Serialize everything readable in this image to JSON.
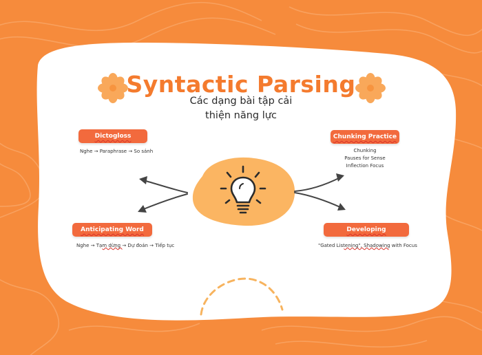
{
  "title": "Syntactic Parsing",
  "subtitle": {
    "line1": "Các dạng bài tập cải",
    "line2": "thiện năng lực"
  },
  "colors": {
    "background": "#f68b3c",
    "card": "#ffffff",
    "accent": "#f47b2e",
    "pill": "#f26a3d",
    "bulb_circle": "#fbb562",
    "flower": "#f9a85a"
  },
  "icons": {
    "center": "lightbulb-icon",
    "decor": "flower-icon"
  },
  "nodes": [
    {
      "label": "Dictogloss",
      "lines": [
        "Nghe → Paraphrase → So sánh"
      ]
    },
    {
      "label": "Chunking Practice",
      "lines": [
        "Chunking",
        "Pauses for Sense",
        "Inflection Focus"
      ]
    },
    {
      "label": "Anticipating Word Order",
      "lines": [
        "Nghe → Tạm dừng → Dự đoán → Tiếp tục"
      ]
    },
    {
      "label": "Developing Automaticity",
      "lines": [
        "\"Gated Listening\", Shadowing with Focus"
      ]
    }
  ]
}
